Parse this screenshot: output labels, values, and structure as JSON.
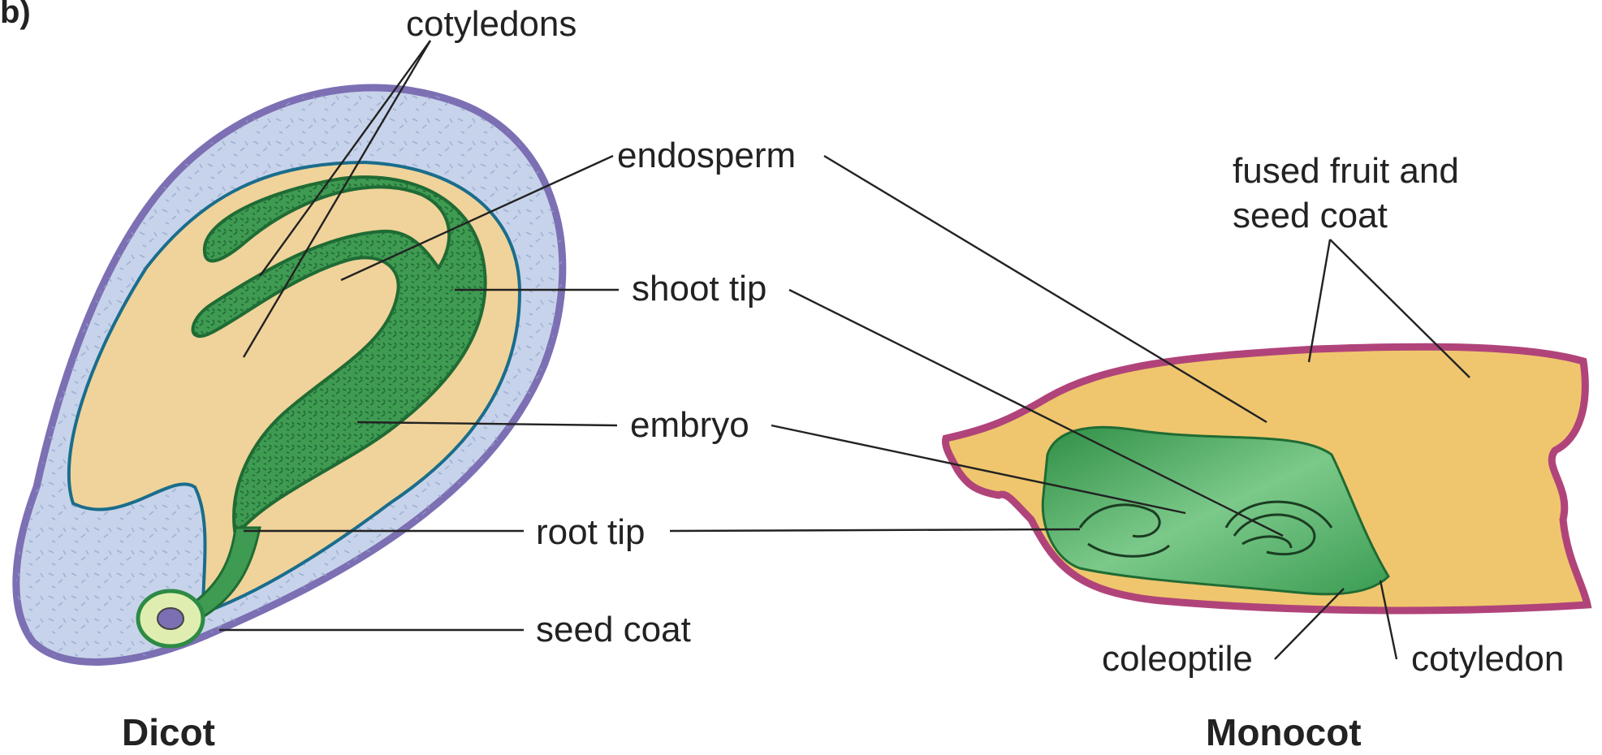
{
  "panel_label": "b)",
  "dicot": {
    "title": "Dicot",
    "labels": {
      "cotyledons": "cotyledons",
      "endosperm": "endosperm",
      "shoot_tip": "shoot tip",
      "embryo": "embryo",
      "root_tip": "root tip",
      "seed_coat": "seed coat"
    }
  },
  "monocot": {
    "title": "Monocot",
    "labels": {
      "fused_fruit_line1": "fused fruit and",
      "fused_fruit_line2": "seed coat",
      "coleoptile": "coleoptile",
      "cotyledon": "cotyledon"
    }
  },
  "colors": {
    "seed_coat_dicot": "#7d6fb3",
    "seed_coat_fill": "#c7d3ea",
    "endosperm": "#f0d39a",
    "embryo": "#3f9a52",
    "embryo_dark": "#1f6b34",
    "fruit_coat_monocot": "#b0447a",
    "monocot_endosperm": "#efc66e",
    "monocot_embryo": "#5cb86a"
  }
}
